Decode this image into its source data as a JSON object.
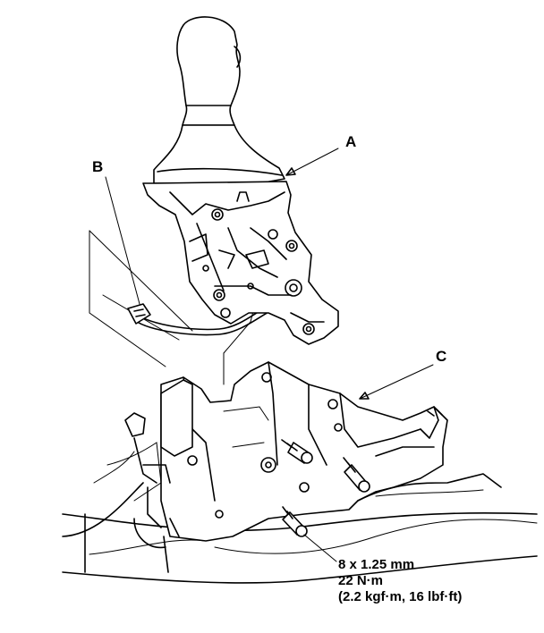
{
  "callouts": {
    "a": "A",
    "b": "B",
    "c": "C"
  },
  "torque_spec": {
    "line1": "8 x 1.25 mm",
    "line2": "22 N·m",
    "line3": "(2.2 kgf·m, 16 lbf·ft)"
  }
}
